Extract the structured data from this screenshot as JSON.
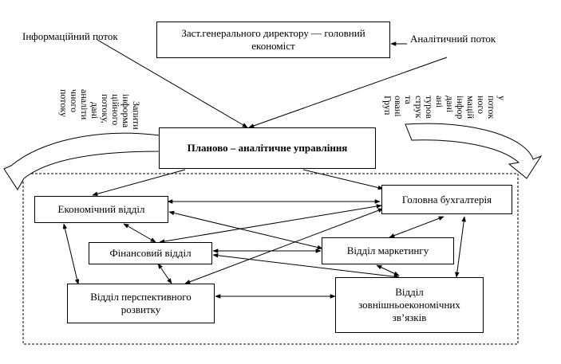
{
  "boxes": {
    "deputy_director": "Заст.генерального директору — головний економіст",
    "planning_dept": "Планово – аналітичне управління",
    "economic_dept": "Економічний відділ",
    "accounting": "Головна бухгалтерія",
    "financial_dept": "Фінансовий відділ",
    "marketing_dept": "Відділ маркетингу",
    "development_dept": "Відділ перспективного розвитку",
    "foreign_econ_dept": "Відділ зовнішньоекономічних зв’язків"
  },
  "labels": {
    "info_flow": "Інформаційний поток",
    "analytic_flow": "Аналітичний поток"
  },
  "left_rotated": [
    "Запити",
    "інформа",
    "ційного",
    "потоку,",
    "дані",
    "аналіти",
    "чного",
    "потоку"
  ],
  "right_vertical": [
    "Груп",
    "овані",
    "та",
    "струк",
    "туров",
    "ані",
    "дані",
    "інфор",
    "мацій",
    "ного",
    "поток",
    "у"
  ]
}
